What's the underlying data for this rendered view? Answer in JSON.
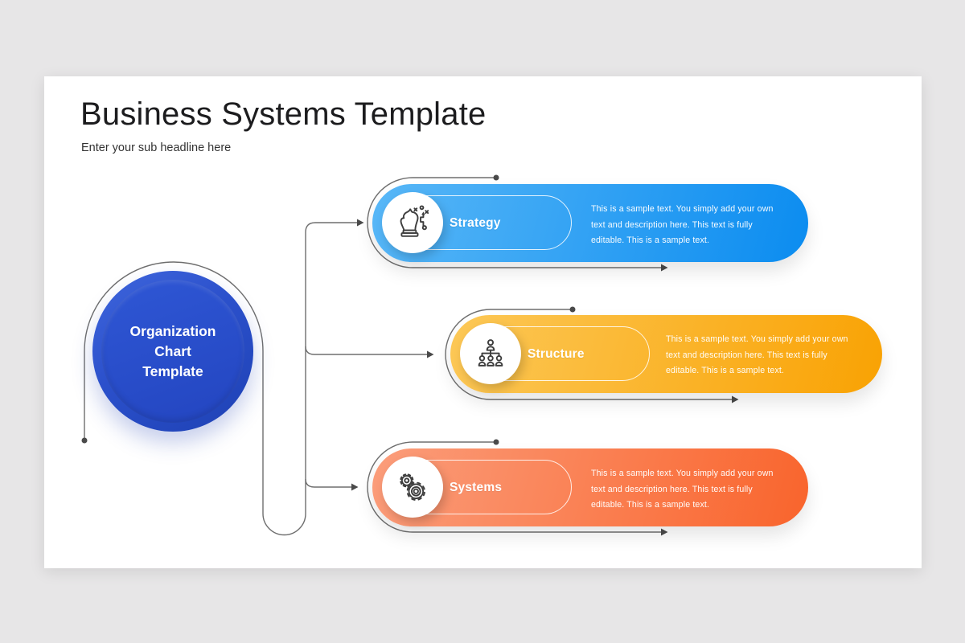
{
  "slide": {
    "title": "Business Systems Template",
    "subtitle": "Enter your sub headline here"
  },
  "center_node": {
    "label": "Organization Chart Template",
    "lines": [
      "Organization",
      "Chart",
      "Template"
    ],
    "color": "#2345C0"
  },
  "items": [
    {
      "label": "Strategy",
      "icon": "chess-knight-strategy-icon",
      "color_start": "#58B7F7",
      "color_end": "#0B8CF0",
      "desc_lines": [
        "This is a sample text. You simply add your own",
        "text and description here. This text is fully",
        "editable. This is a sample text."
      ]
    },
    {
      "label": "Structure",
      "icon": "org-chart-hierarchy-icon",
      "color_start": "#FCC857",
      "color_end": "#F9A203",
      "desc_lines": [
        "This is a sample text. You simply add your own",
        "text and description here. This text is fully",
        "editable. This is a sample text."
      ]
    },
    {
      "label": "Systems",
      "icon": "gears-icon",
      "color_start": "#FB9D7B",
      "color_end": "#F9642C",
      "desc_lines": [
        "This is a sample text. You simply add your own",
        "text and description here. This text is fully",
        "editable. This is a sample text."
      ]
    }
  ],
  "connector_color": "#6E6E6E"
}
